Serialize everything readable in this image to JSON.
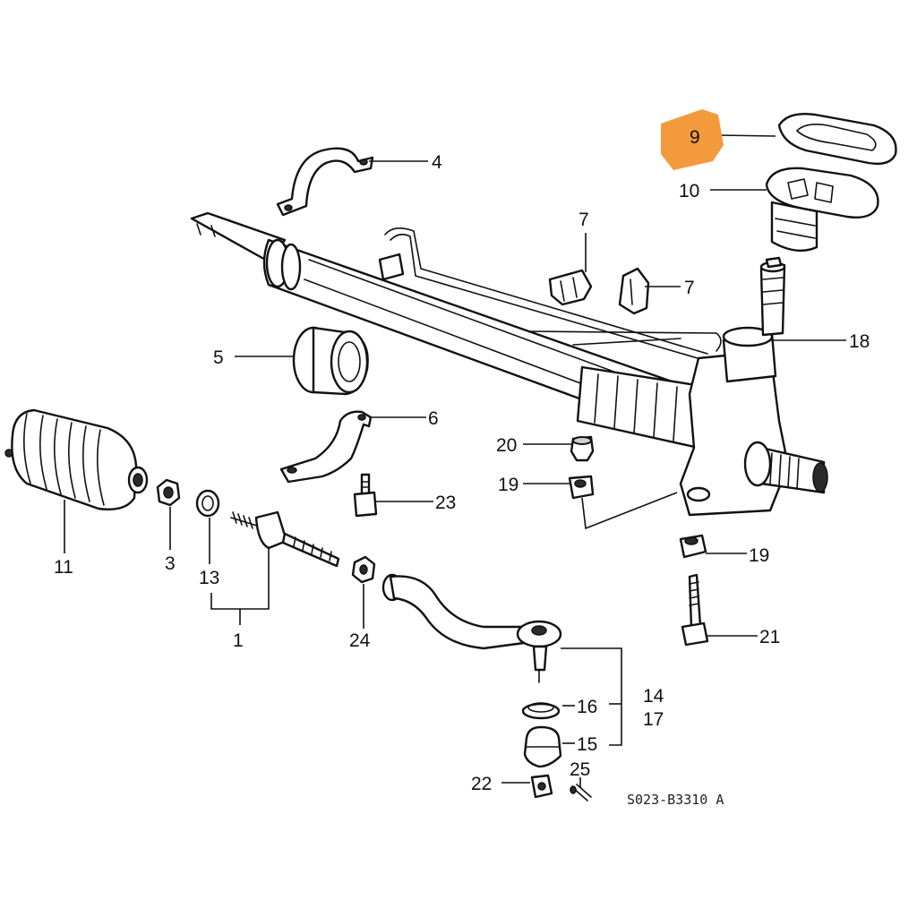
{
  "diagram": {
    "code": "S023-B3310 A",
    "highlight_color": "#f39a3c",
    "labels": {
      "p1": "1",
      "p3": "3",
      "p4": "4",
      "p5": "5",
      "p6": "6",
      "p7a": "7",
      "p7b": "7",
      "p9": "9",
      "p10": "10",
      "p11": "11",
      "p13": "13",
      "p14": "14",
      "p15": "15",
      "p16": "16",
      "p17": "17",
      "p18": "18",
      "p19a": "19",
      "p19b": "19",
      "p20": "20",
      "p21": "21",
      "p22": "22",
      "p23": "23",
      "p24": "24",
      "p25": "25"
    }
  }
}
